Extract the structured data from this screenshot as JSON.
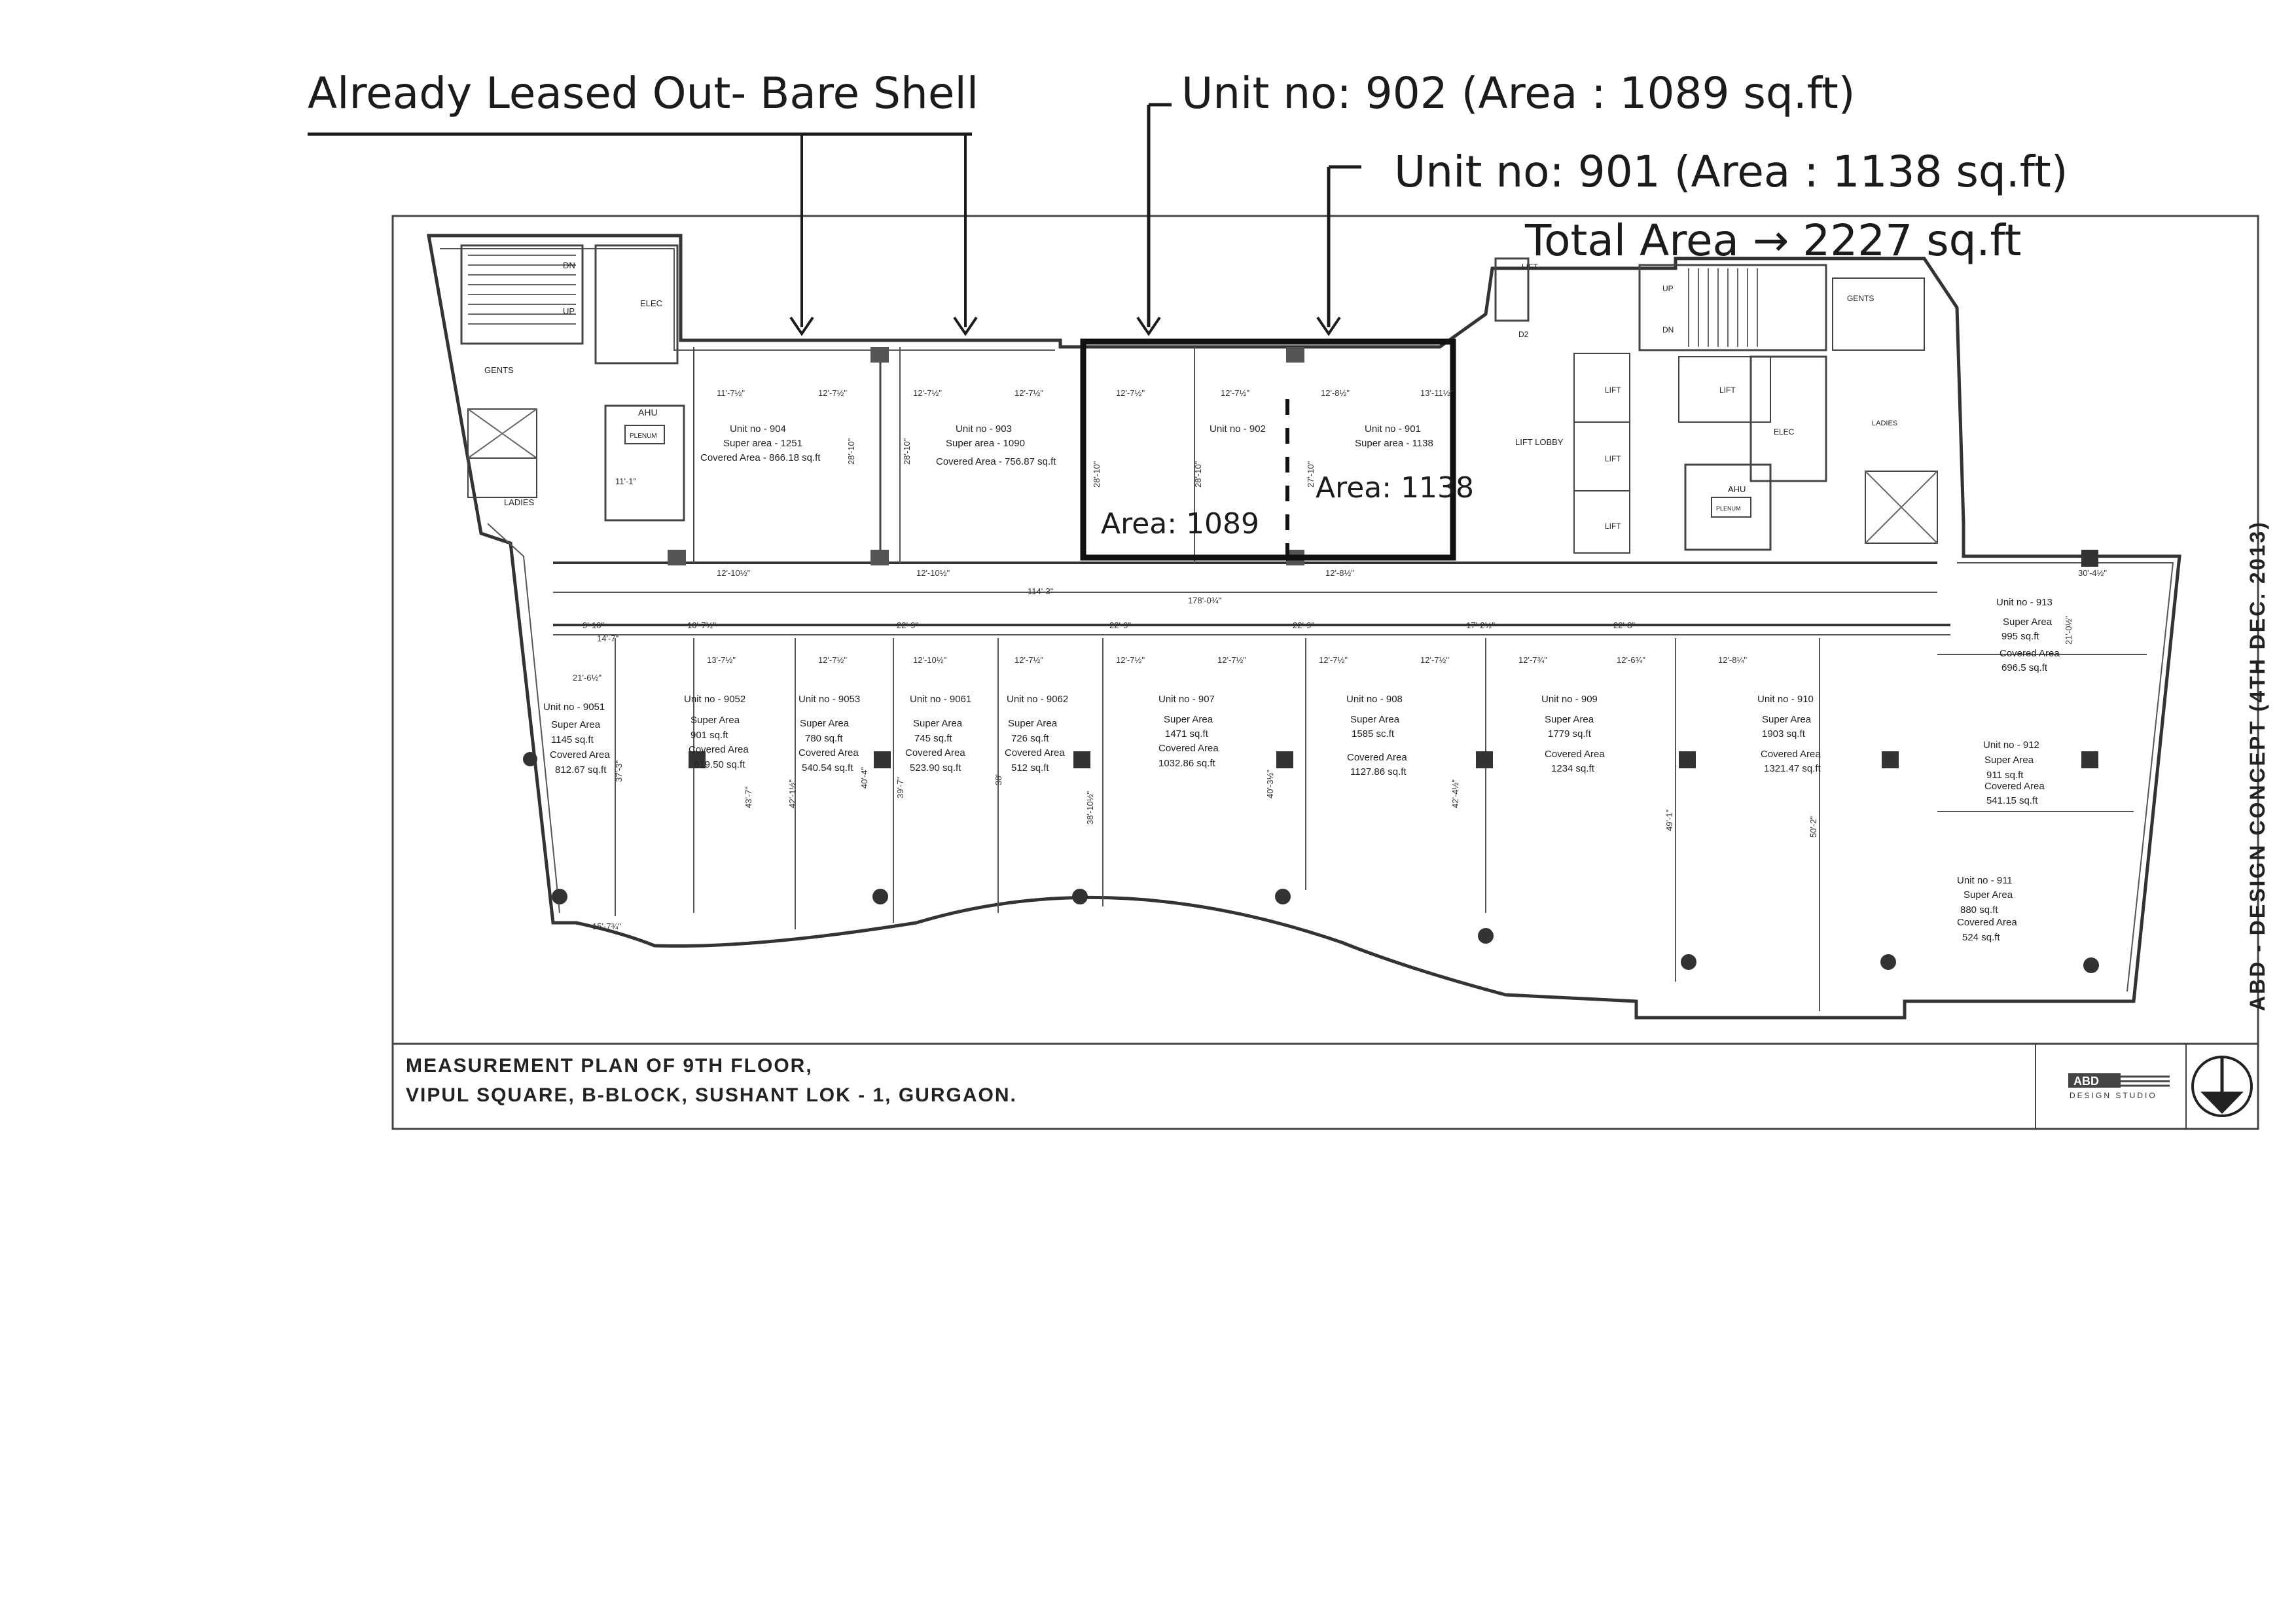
{
  "annotations": {
    "leased_note": "Already Leased Out- Bare Shell",
    "unit902_note": "Unit no: 902 (Area : 1089 sq.ft)",
    "unit901_note": "Unit no: 901 (Area : 1138 sq.ft)",
    "total_note": "Total Area → 2227 sq.ft",
    "area1089": "Area: 1089",
    "area1138": "Area: 1138"
  },
  "rooms": {
    "dn_left": "DN",
    "up_left": "UP",
    "elec_left": "ELEC",
    "gents_left": "GENTS",
    "ahu_left": "AHU",
    "plenum_left": "PLENUM",
    "ladies_left": "LADIES",
    "lift_top": "LIFT",
    "d2": "D2",
    "up_right": "UP",
    "dn_right": "DN",
    "gents_right": "GENTS",
    "lift1": "LIFT",
    "lift2": "LIFT",
    "lift3": "LIFT",
    "lift4": "LIFT",
    "lift_lobby": "LIFT LOBBY",
    "elec_right": "ELEC",
    "ladies_right": "LADIES",
    "ahu_right": "AHU",
    "plenum_right": "PLENUM"
  },
  "units": [
    {
      "no": "Unit no - 904",
      "l2": "Super area - 1251",
      "l3": "Covered Area - 866.18 sq.ft",
      "l4": ""
    },
    {
      "no": "Unit no - 903",
      "l2": "Super area - 1090",
      "l3": "Covered Area - 756.87 sq.ft",
      "l4": ""
    },
    {
      "no": "Unit no - 902",
      "l2": "",
      "l3": "",
      "l4": ""
    },
    {
      "no": "Unit no - 901",
      "l2": "Super area - 1138",
      "l3": "",
      "l4": ""
    },
    {
      "no": "Unit no - 9051",
      "l2": "Super Area",
      "l3": "1145 sq.ft",
      "l4": "Covered Area",
      "l5": "812.67 sq.ft"
    },
    {
      "no": "Unit no - 9052",
      "l2": "Super Area",
      "l3": "901 sq.ft",
      "l4": "Covered Area",
      "l5": "619.50 sq.ft"
    },
    {
      "no": "Unit no - 9053",
      "l2": "Super Area",
      "l3": "780 sq.ft",
      "l4": "Covered Area",
      "l5": "540.54 sq.ft"
    },
    {
      "no": "Unit no - 9061",
      "l2": "Super Area",
      "l3": "745 sq.ft",
      "l4": "Covered Area",
      "l5": "523.90 sq.ft"
    },
    {
      "no": "Unit no - 9062",
      "l2": "Super Area",
      "l3": "726 sq.ft",
      "l4": "Covered Area",
      "l5": "512 sq.ft"
    },
    {
      "no": "Unit no - 907",
      "l2": "Super Area",
      "l3": "1471 sq.ft",
      "l4": "Covered Area",
      "l5": "1032.86 sq.ft"
    },
    {
      "no": "Unit no - 908",
      "l2": "Super Area",
      "l3": "1585 sc.ft",
      "l4": "Covered Area",
      "l5": "1127.86 sq.ft"
    },
    {
      "no": "Unit no - 909",
      "l2": "Super Area",
      "l3": "1779 sq.ft",
      "l4": "Covered Area",
      "l5": "1234 sq.ft"
    },
    {
      "no": "Unit no - 910",
      "l2": "Super Area",
      "l3": "1903 sq.ft",
      "l4": "Covered Area",
      "l5": "1321.47 sq.ft"
    },
    {
      "no": "Unit no - 913",
      "l2": "Super Area",
      "l3": "995 sq.ft",
      "l4": "Covered Area",
      "l5": "696.5 sq.ft"
    },
    {
      "no": "Unit no - 912",
      "l2": "Super Area",
      "l3": "911 sq.ft",
      "l4": "Covered Area",
      "l5": "541.15 sq.ft"
    },
    {
      "no": "Unit no - 911",
      "l2": "Super Area",
      "l3": "880 sq.ft",
      "l4": "Covered Area",
      "l5": "524 sq.ft"
    }
  ],
  "dims": {
    "d1": "11'-7½\"",
    "d2": "12'-7½\"",
    "d3": "12'-7½\"",
    "d4": "12'-7½\"",
    "d5": "12'-7½\"",
    "d6": "12'-7½\"",
    "d7": "12'-8½\"",
    "d8": "13'-11½\"",
    "d9": "28'-10\"",
    "d10": "28'-10\"",
    "d11": "28'-10\"",
    "d12": "28'-10\"",
    "d13": "27'-10\"",
    "d14": "11'-1\"",
    "d15": "114'-3\"",
    "d16": "178'-0¾\"",
    "d17": "21'-6½\"",
    "d18": "13'-7½\"",
    "d19": "12'-7½\"",
    "d20": "12'-10½\"",
    "d21": "12'-7½\"",
    "d22": "12'-7½\"",
    "d23": "12'-7½\"",
    "d24": "12'-7½\"",
    "d25": "12'-7½\"",
    "d26": "12'-7¾\"",
    "d27": "12'-6¾\"",
    "d28": "12'-8¼\"",
    "d29": "30'-4½\"",
    "d30": "21'-0½\"",
    "d31": "15'-7¾\"",
    "d32": "43'-7\"",
    "d33": "42'-1½\"",
    "d34": "40'-4\"",
    "d35": "39'-7\"",
    "d36": "38'",
    "d37": "38'-10½\"",
    "d38": "40'-3½\"",
    "d39": "42'-4½\"",
    "d40": "49'-1\"",
    "d41": "50'-2\"",
    "d42": "37'-3\"",
    "d43": "22'-9\"",
    "d44": "22'-9\"",
    "d45": "22'-9\"",
    "d46": "22'-8\"",
    "d47": "17'-2½\"",
    "d48": "10'-7½\"",
    "d49": "9'-10\"",
    "d50": "14'-7\"",
    "d51": "12'-10½\"",
    "d52": "12'-10½\"",
    "d53": "12'-8½\""
  },
  "title_block": {
    "line1": "MEASUREMENT PLAN OF 9TH FLOOR,",
    "line2": "VIPUL SQUARE, B-BLOCK, SUSHANT LOK - 1, GURGAON.",
    "logo": "ABD",
    "studio": "DESIGN STUDIO",
    "side_label": "ABD - DESIGN  CONCEPT  (4TH DEC. 2013)"
  }
}
